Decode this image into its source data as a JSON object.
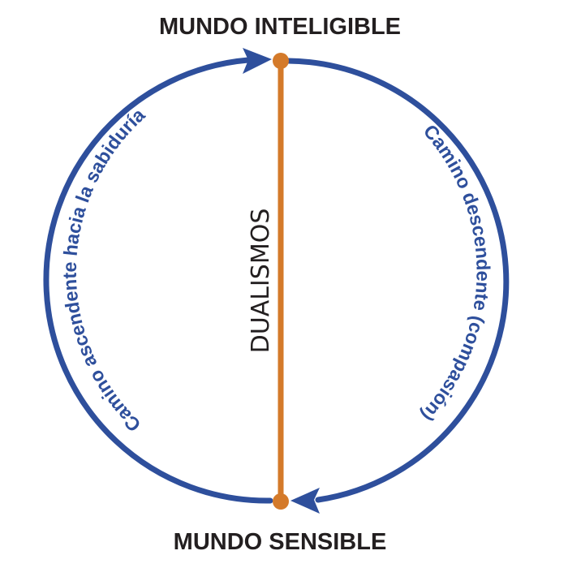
{
  "diagram": {
    "top_label": "MUNDO INTELIGIBLE",
    "bottom_label": "MUNDO SENSIBLE",
    "center_label": "DUALISMOS",
    "left_path_label": "Camino ascendente hacia la sabiduría",
    "right_path_label": "Camino descendente (compasión)"
  },
  "colors": {
    "circle": "#2e4f9c",
    "axis": "#d47a2a",
    "heading_text": "#231f20",
    "path_text": "#2e4f9c",
    "center_text": "#231f20"
  }
}
